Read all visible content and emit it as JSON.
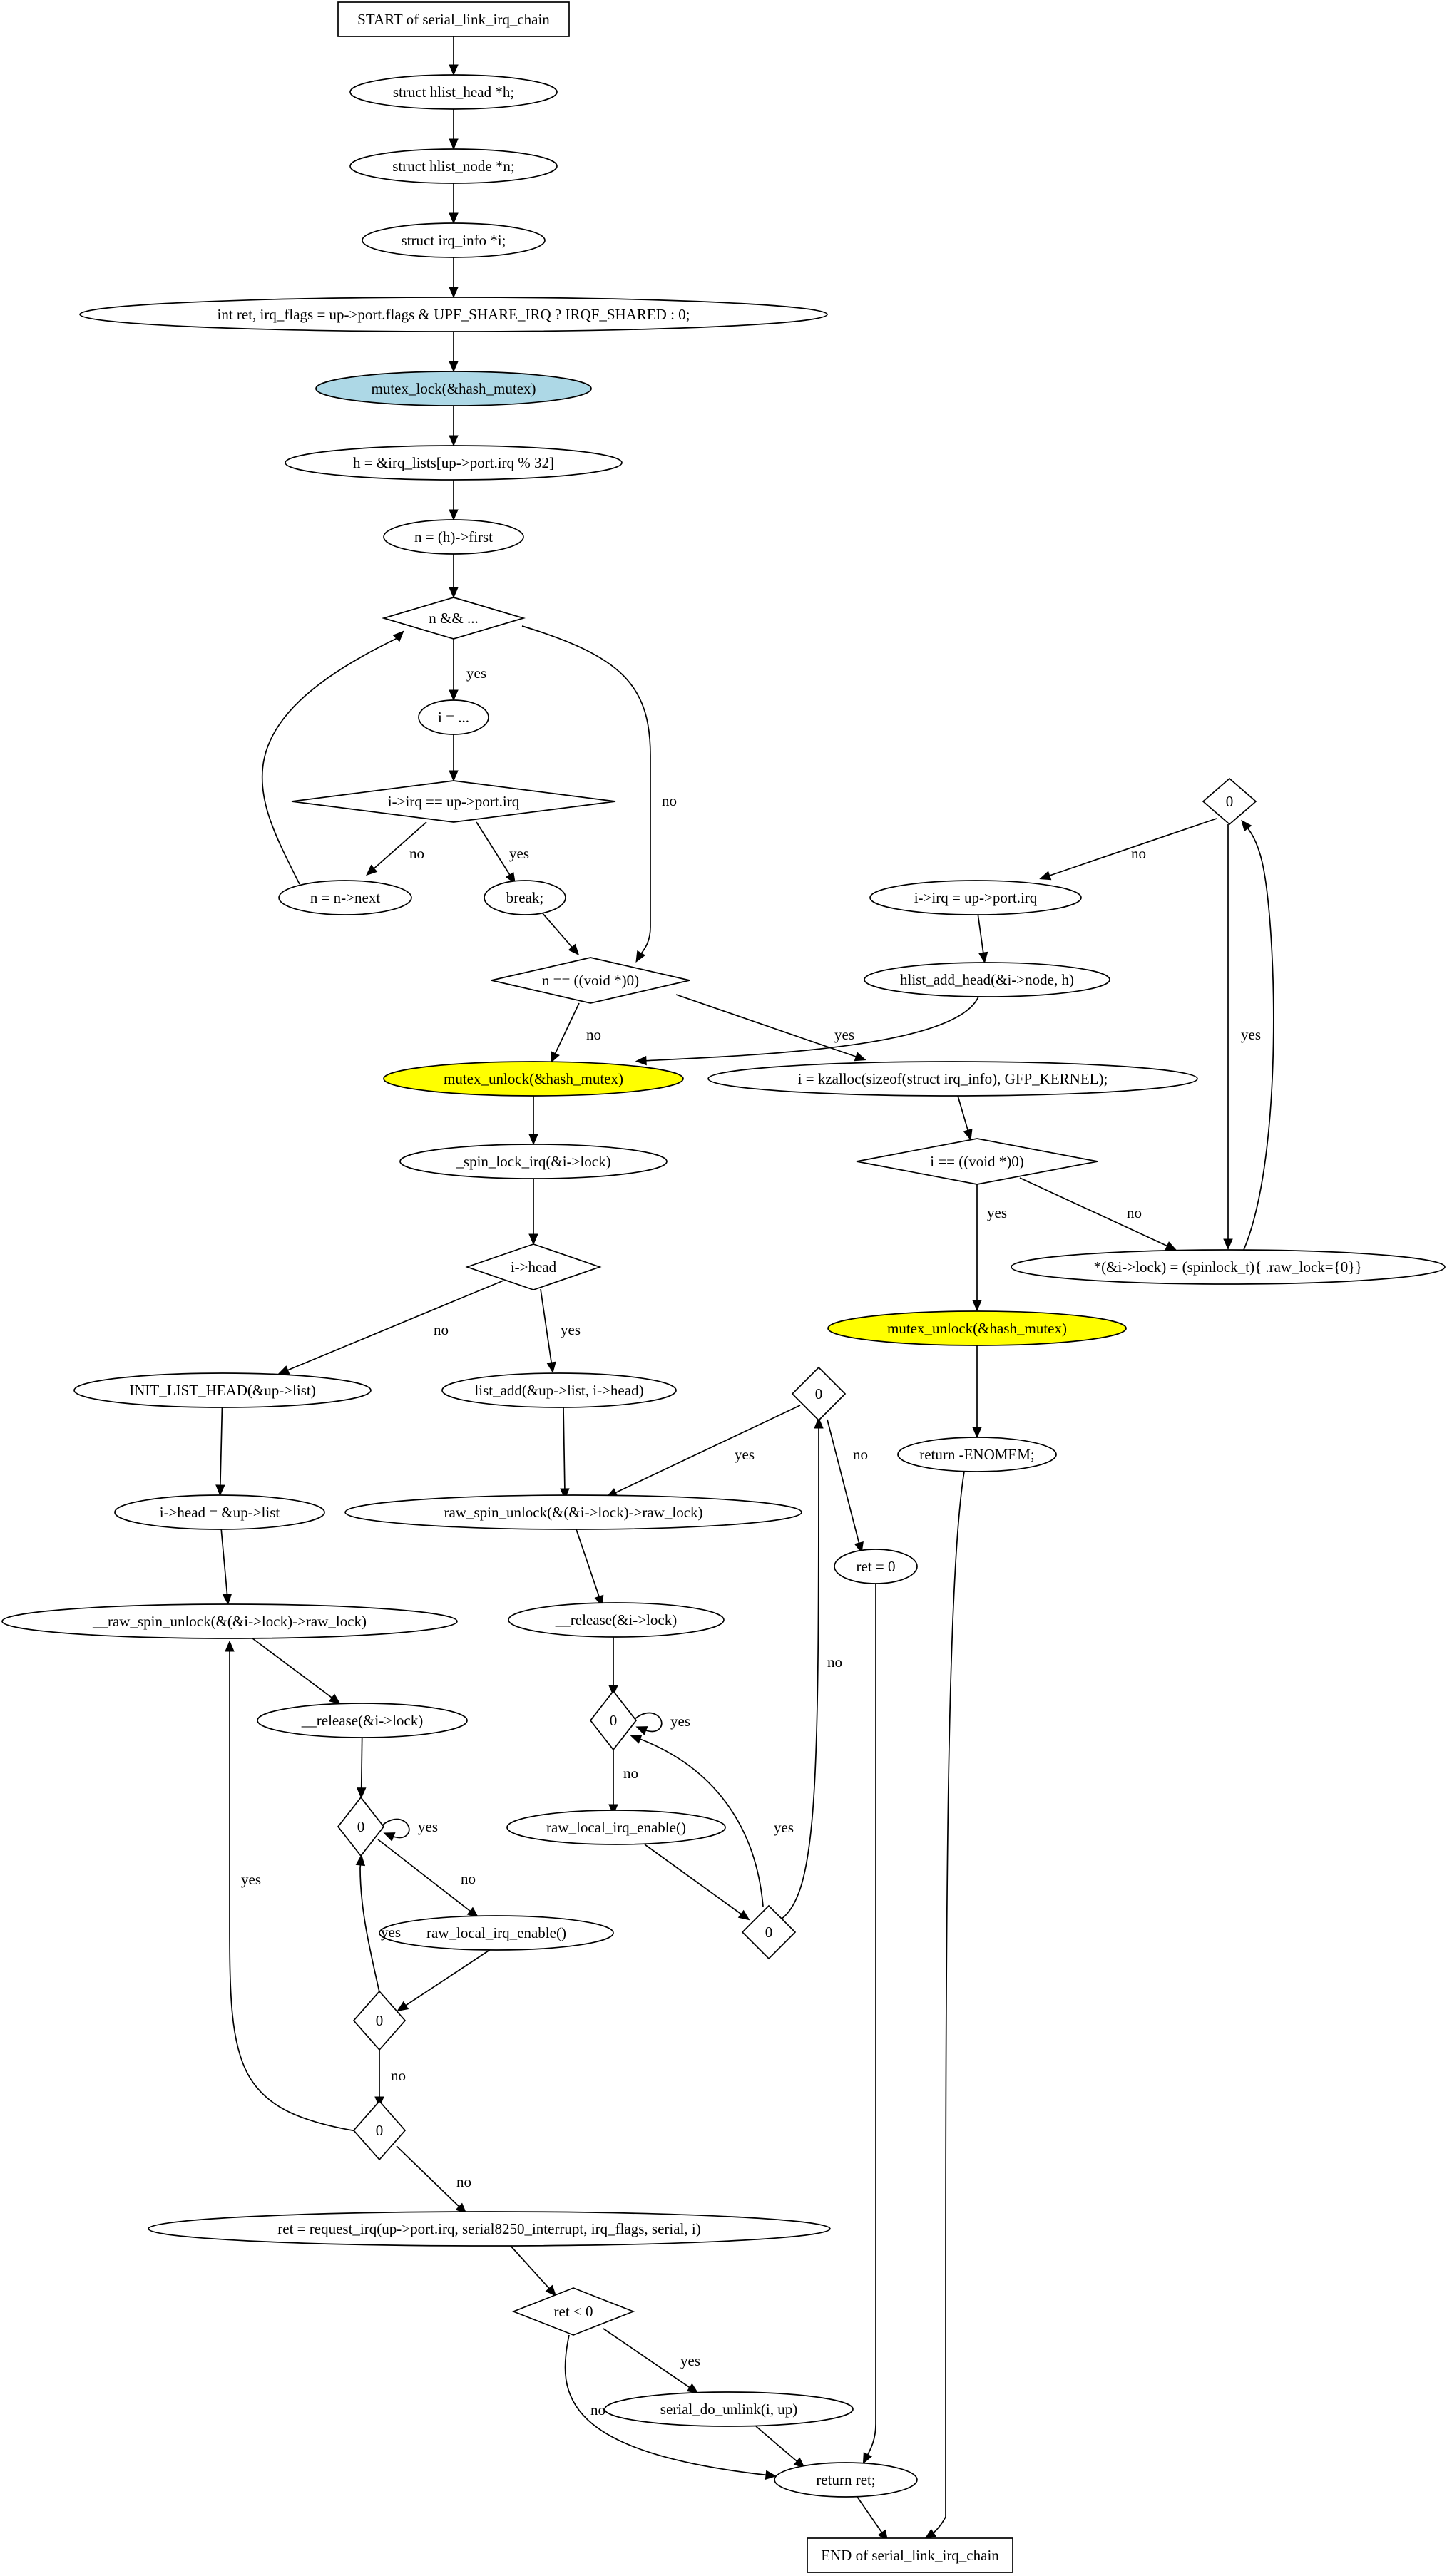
{
  "colors": {
    "blue_fill": "#add8e6",
    "yellow_fill": "#ffff00",
    "default_fill": "#ffffff",
    "stroke": "#000000"
  },
  "nodes": [
    {
      "id": "start",
      "shape": "box",
      "label": "START of serial_link_irq_chain"
    },
    {
      "id": "decl_h",
      "shape": "ellipse",
      "label": "struct hlist_head *h;"
    },
    {
      "id": "decl_n",
      "shape": "ellipse",
      "label": "struct hlist_node *n;"
    },
    {
      "id": "decl_i",
      "shape": "ellipse",
      "label": "struct irq_info *i;"
    },
    {
      "id": "decl_ret",
      "shape": "ellipse",
      "label": "int ret, irq_flags = up->port.flags & UPF_SHARE_IRQ ? IRQF_SHARED : 0;"
    },
    {
      "id": "mutex_lock",
      "shape": "ellipse",
      "fill": "blue",
      "label": "mutex_lock(&hash_mutex)"
    },
    {
      "id": "h_assign",
      "shape": "ellipse",
      "label": "h = &irq_lists[up->port.irq % 32]"
    },
    {
      "id": "n_first",
      "shape": "ellipse",
      "label": "n = (h)->first"
    },
    {
      "id": "n_cond",
      "shape": "diamond",
      "label": "n && ..."
    },
    {
      "id": "i_assign",
      "shape": "ellipse",
      "label": "i = ..."
    },
    {
      "id": "irq_cmp",
      "shape": "diamond",
      "label": "i->irq == up->port.irq"
    },
    {
      "id": "n_next",
      "shape": "ellipse",
      "label": "n = n->next"
    },
    {
      "id": "brk",
      "shape": "ellipse",
      "label": "break;"
    },
    {
      "id": "n_null",
      "shape": "diamond",
      "label": "n == ((void *)0)"
    },
    {
      "id": "mutex_unlock1",
      "shape": "ellipse",
      "fill": "yellow",
      "label": "mutex_unlock(&hash_mutex)"
    },
    {
      "id": "kzalloc",
      "shape": "ellipse",
      "label": "i = kzalloc(sizeof(struct irq_info), GFP_KERNEL);"
    },
    {
      "id": "zero_top",
      "shape": "diamond",
      "label": "0"
    },
    {
      "id": "set_irq",
      "shape": "ellipse",
      "label": "i->irq = up->port.irq"
    },
    {
      "id": "hlist_add",
      "shape": "ellipse",
      "label": "hlist_add_head(&i->node, h)"
    },
    {
      "id": "i_null",
      "shape": "diamond",
      "label": "i == ((void *)0)"
    },
    {
      "id": "spinlock_init",
      "shape": "ellipse",
      "label": "*(&i->lock) = (spinlock_t){ .raw_lock={0}}"
    },
    {
      "id": "mutex_unlock2",
      "shape": "ellipse",
      "fill": "yellow",
      "label": "mutex_unlock(&hash_mutex)"
    },
    {
      "id": "ret_enomem",
      "shape": "ellipse",
      "label": "return -ENOMEM;"
    },
    {
      "id": "spin_lock",
      "shape": "ellipse",
      "label": "_spin_lock_irq(&i->lock)"
    },
    {
      "id": "i_head",
      "shape": "diamond",
      "label": "i->head"
    },
    {
      "id": "init_list",
      "shape": "ellipse",
      "label": "INIT_LIST_HEAD(&up->list)"
    },
    {
      "id": "list_add",
      "shape": "ellipse",
      "label": "list_add(&up->list, i->head)"
    },
    {
      "id": "head_assign",
      "shape": "ellipse",
      "label": "i->head = &up->list"
    },
    {
      "id": "raw_unlock_l",
      "shape": "ellipse",
      "label": "__raw_spin_unlock(&(&i->lock)->raw_lock)"
    },
    {
      "id": "release_l",
      "shape": "ellipse",
      "label": "__release(&i->lock)"
    },
    {
      "id": "zl1",
      "shape": "diamond",
      "label": "0"
    },
    {
      "id": "raw_irq_en_l",
      "shape": "ellipse",
      "label": "raw_local_irq_enable()"
    },
    {
      "id": "zl2",
      "shape": "diamond",
      "label": "0"
    },
    {
      "id": "zl3",
      "shape": "diamond",
      "label": "0"
    },
    {
      "id": "req_irq",
      "shape": "ellipse",
      "label": "ret = request_irq(up->port.irq, serial8250_interrupt, irq_flags, serial, i)"
    },
    {
      "id": "ret_lt",
      "shape": "diamond",
      "label": "ret < 0"
    },
    {
      "id": "unlink",
      "shape": "ellipse",
      "label": "serial_do_unlink(i, up)"
    },
    {
      "id": "ret_stmt",
      "shape": "ellipse",
      "label": "return ret;"
    },
    {
      "id": "end",
      "shape": "box",
      "label": "END of serial_link_irq_chain"
    },
    {
      "id": "raw_unlock_r",
      "shape": "ellipse",
      "label": "raw_spin_unlock(&(&i->lock)->raw_lock)"
    },
    {
      "id": "zr_top",
      "shape": "diamond",
      "label": "0"
    },
    {
      "id": "ret_zero",
      "shape": "ellipse",
      "label": "ret = 0"
    },
    {
      "id": "release_r",
      "shape": "ellipse",
      "label": "__release(&i->lock)"
    },
    {
      "id": "zr1",
      "shape": "diamond",
      "label": "0"
    },
    {
      "id": "raw_irq_en_r",
      "shape": "ellipse",
      "label": "raw_local_irq_enable()"
    },
    {
      "id": "zr2",
      "shape": "diamond",
      "label": "0"
    }
  ],
  "edges": [
    {
      "from": "start",
      "to": "decl_h",
      "label": ""
    },
    {
      "from": "decl_h",
      "to": "decl_n",
      "label": ""
    },
    {
      "from": "decl_n",
      "to": "decl_i",
      "label": ""
    },
    {
      "from": "decl_i",
      "to": "decl_ret",
      "label": ""
    },
    {
      "from": "decl_ret",
      "to": "mutex_lock",
      "label": ""
    },
    {
      "from": "mutex_lock",
      "to": "h_assign",
      "label": ""
    },
    {
      "from": "h_assign",
      "to": "n_first",
      "label": ""
    },
    {
      "from": "n_first",
      "to": "n_cond",
      "label": ""
    },
    {
      "from": "n_cond",
      "to": "i_assign",
      "label": "yes"
    },
    {
      "from": "n_cond",
      "to": "n_null",
      "label": "no"
    },
    {
      "from": "i_assign",
      "to": "irq_cmp",
      "label": ""
    },
    {
      "from": "irq_cmp",
      "to": "n_next",
      "label": "no"
    },
    {
      "from": "irq_cmp",
      "to": "brk",
      "label": "yes"
    },
    {
      "from": "n_next",
      "to": "n_cond",
      "label": ""
    },
    {
      "from": "brk",
      "to": "n_null",
      "label": ""
    },
    {
      "from": "n_null",
      "to": "mutex_unlock1",
      "label": "no"
    },
    {
      "from": "n_null",
      "to": "kzalloc",
      "label": "yes"
    },
    {
      "from": "zero_top",
      "to": "set_irq",
      "label": "no"
    },
    {
      "from": "zero_top",
      "to": "spinlock_init",
      "label": "yes"
    },
    {
      "from": "set_irq",
      "to": "hlist_add",
      "label": ""
    },
    {
      "from": "hlist_add",
      "to": "mutex_unlock1",
      "label": ""
    },
    {
      "from": "kzalloc",
      "to": "i_null",
      "label": ""
    },
    {
      "from": "i_null",
      "to": "spinlock_init",
      "label": "no"
    },
    {
      "from": "i_null",
      "to": "mutex_unlock2",
      "label": "yes"
    },
    {
      "from": "spinlock_init",
      "to": "zero_top",
      "label": ""
    },
    {
      "from": "mutex_unlock2",
      "to": "ret_enomem",
      "label": ""
    },
    {
      "from": "ret_enomem",
      "to": "end",
      "label": ""
    },
    {
      "from": "mutex_unlock1",
      "to": "spin_lock",
      "label": ""
    },
    {
      "from": "spin_lock",
      "to": "i_head",
      "label": ""
    },
    {
      "from": "i_head",
      "to": "init_list",
      "label": "no"
    },
    {
      "from": "i_head",
      "to": "list_add",
      "label": "yes"
    },
    {
      "from": "init_list",
      "to": "head_assign",
      "label": ""
    },
    {
      "from": "head_assign",
      "to": "raw_unlock_l",
      "label": ""
    },
    {
      "from": "raw_unlock_l",
      "to": "release_l",
      "label": ""
    },
    {
      "from": "release_l",
      "to": "zl1",
      "label": ""
    },
    {
      "from": "zl1",
      "to": "zl1",
      "label": "yes"
    },
    {
      "from": "zl1",
      "to": "raw_irq_en_l",
      "label": "no"
    },
    {
      "from": "raw_irq_en_l",
      "to": "zl2",
      "label": ""
    },
    {
      "from": "zl2",
      "to": "zl1",
      "label": "yes"
    },
    {
      "from": "zl2",
      "to": "zl3",
      "label": "no"
    },
    {
      "from": "zl3",
      "to": "raw_unlock_l",
      "label": "yes"
    },
    {
      "from": "zl3",
      "to": "req_irq",
      "label": "no"
    },
    {
      "from": "req_irq",
      "to": "ret_lt",
      "label": ""
    },
    {
      "from": "ret_lt",
      "to": "unlink",
      "label": "yes"
    },
    {
      "from": "ret_lt",
      "to": "ret_stmt",
      "label": "no"
    },
    {
      "from": "unlink",
      "to": "ret_stmt",
      "label": ""
    },
    {
      "from": "ret_stmt",
      "to": "end",
      "label": ""
    },
    {
      "from": "list_add",
      "to": "raw_unlock_r",
      "label": ""
    },
    {
      "from": "zr_top",
      "to": "raw_unlock_r",
      "label": "yes"
    },
    {
      "from": "zr_top",
      "to": "ret_zero",
      "label": "no"
    },
    {
      "from": "ret_zero",
      "to": "ret_stmt",
      "label": ""
    },
    {
      "from": "raw_unlock_r",
      "to": "release_r",
      "label": ""
    },
    {
      "from": "release_r",
      "to": "zr1",
      "label": ""
    },
    {
      "from": "zr1",
      "to": "zr1",
      "label": "yes"
    },
    {
      "from": "zr1",
      "to": "raw_irq_en_r",
      "label": "no"
    },
    {
      "from": "raw_irq_en_r",
      "to": "zr2",
      "label": ""
    },
    {
      "from": "zr2",
      "to": "zr1",
      "label": "yes"
    },
    {
      "from": "zr2",
      "to": "zr_top",
      "label": "no"
    }
  ]
}
